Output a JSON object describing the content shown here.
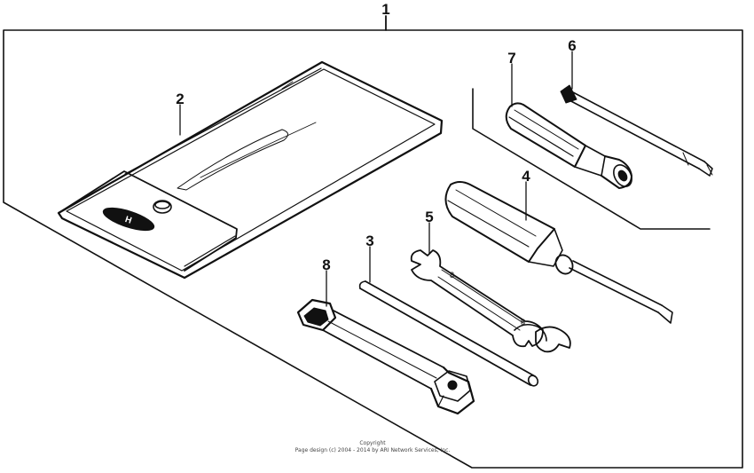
{
  "callouts": {
    "assembly": "1",
    "tool_bag": "2",
    "extension_bar": "3",
    "screwdriver": "4",
    "open_end_wrench": "5",
    "screwdriver_grip_bit": "6",
    "screwdriver_grip_handle": "7",
    "plug_wrench": "8"
  },
  "tool_bag_logo": "H",
  "copyright": {
    "line1": "Copyright",
    "line2": "Page design (c) 2004 - 2014 by ARI Network Services, Inc."
  }
}
